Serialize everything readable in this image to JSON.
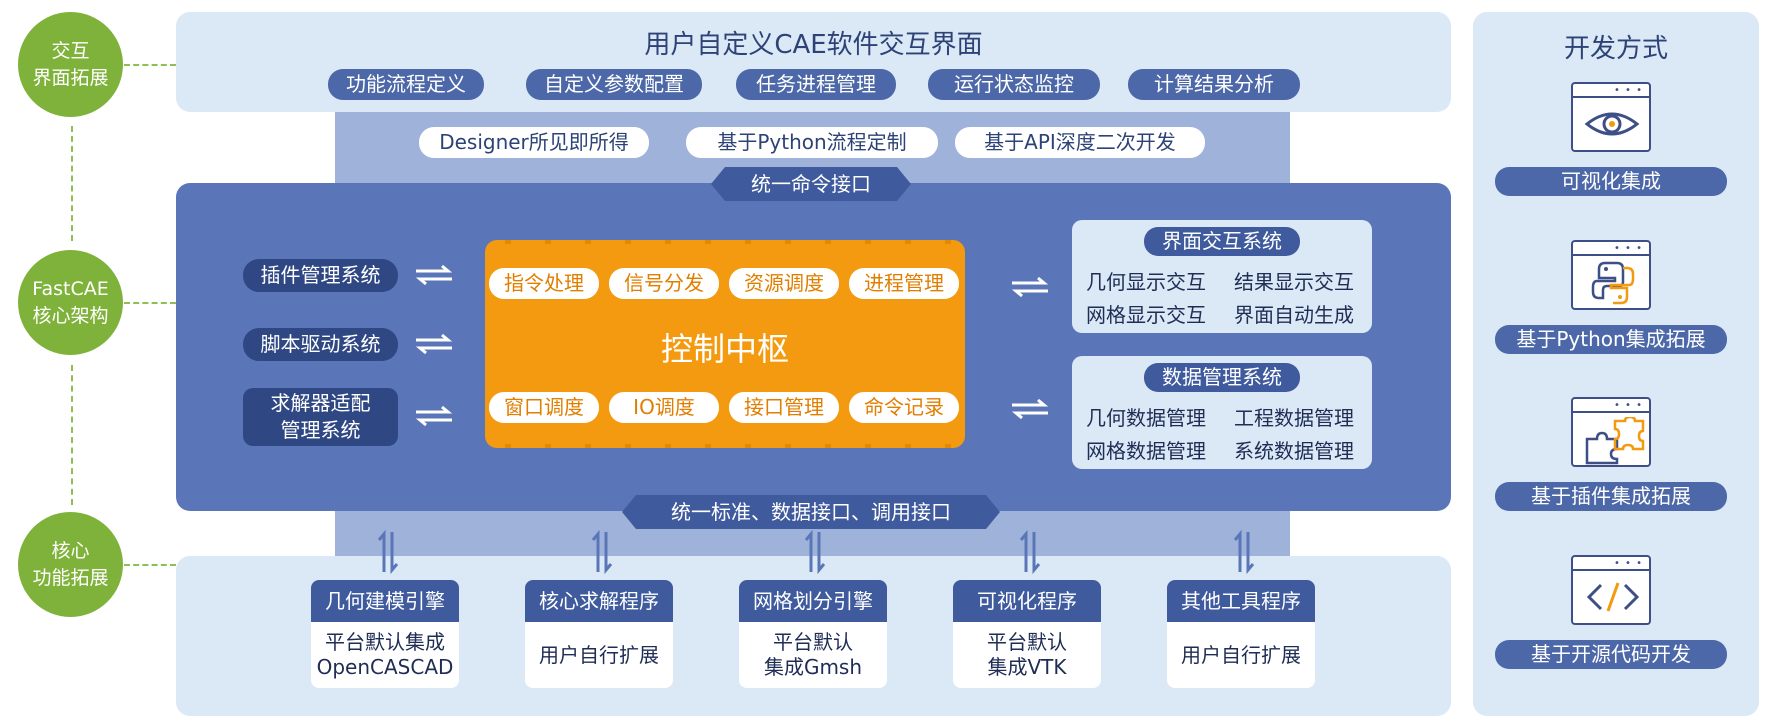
{
  "left_labels": {
    "ui_extension": [
      "交互",
      "界面拓展"
    ],
    "core_architecture": [
      "FastCAE",
      "核心架构"
    ],
    "core_function": [
      "核心",
      "功能拓展"
    ]
  },
  "top_panel": {
    "title": "用户自定义CAE软件交互界面",
    "pills": [
      "功能流程定义",
      "自定义参数配置",
      "任务进程管理",
      "运行状态监控",
      "计算结果分析"
    ]
  },
  "customization_methods": [
    "Designer所见即所得",
    "基于Python流程定制",
    "基于API深度二次开发"
  ],
  "unified_command_interface": "统一命令接口",
  "left_systems": {
    "plugin": "插件管理系统",
    "script": "脚本驱动系统",
    "solver": [
      "求解器适配",
      "管理系统"
    ]
  },
  "control_center": {
    "title": "控制中枢",
    "top_items": [
      "指令处理",
      "信号分发",
      "资源调度",
      "进程管理"
    ],
    "bottom_items": [
      "窗口调度",
      "IO调度",
      "接口管理",
      "命令记录"
    ]
  },
  "ui_interaction_system": {
    "title": "界面交互系统",
    "items": [
      "几何显示交互",
      "结果显示交互",
      "网格显示交互",
      "界面自动生成"
    ]
  },
  "data_management_system": {
    "title": "数据管理系统",
    "items": [
      "几何数据管理",
      "工程数据管理",
      "网格数据管理",
      "系统数据管理"
    ]
  },
  "unified_standard": "统一标准、数据接口、调用接口",
  "engines": [
    {
      "title": "几何建模引擎",
      "body": [
        "平台默认集成",
        "OpenCASCAD"
      ]
    },
    {
      "title": "核心求解程序",
      "body": [
        "用户自行扩展"
      ]
    },
    {
      "title": "网格划分引擎",
      "body": [
        "平台默认",
        "集成Gmsh"
      ]
    },
    {
      "title": "可视化程序",
      "body": [
        "平台默认",
        "集成VTK"
      ]
    },
    {
      "title": "其他工具程序",
      "body": [
        "用户自行扩展"
      ]
    }
  ],
  "development": {
    "title": "开发方式",
    "items": [
      {
        "label": "可视化集成",
        "icon": "eye-icon"
      },
      {
        "label": "基于Python集成拓展",
        "icon": "python-icon"
      },
      {
        "label": "基于插件集成拓展",
        "icon": "puzzle-icon"
      },
      {
        "label": "基于开源代码开发",
        "icon": "code-icon"
      }
    ]
  },
  "colors": {
    "green": "#7fb23a",
    "core_blue": "#5b76b8",
    "light_blue": "#dbe9f6",
    "navy": "#2f4884",
    "orange": "#f39a10"
  }
}
